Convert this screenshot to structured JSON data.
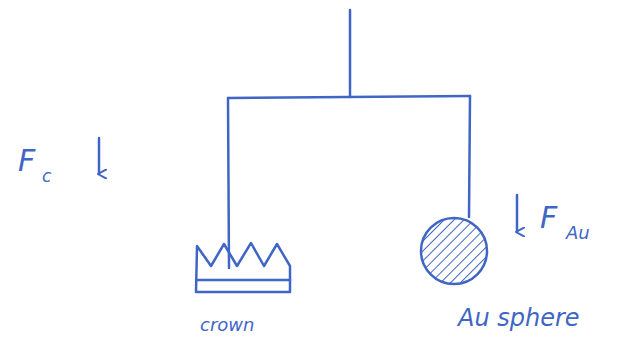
{
  "diagram": {
    "labels": [
      "F",
      "c",
      "F",
      "Au",
      "crown",
      "Au sphere"
    ]
  }
}
